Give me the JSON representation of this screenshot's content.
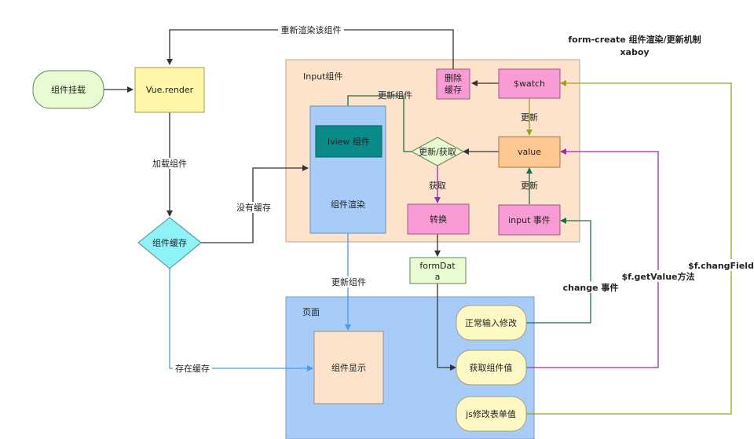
{
  "header": {
    "title": "form-create 组件渲染/更新机制",
    "author": "xaboy"
  },
  "containers": {
    "input_group": "Input组件",
    "page": "页面"
  },
  "nodes": {
    "mount": "组件挂载",
    "vue_render": "Vue.render",
    "cache_diamond": "组件缓存",
    "iview_component": "iview 组件",
    "component_render": "组件渲染",
    "delete_cache_line1": "删除",
    "delete_cache_line2": "缓存",
    "watch": "$watch",
    "update_get": "更新/获取",
    "value": "value",
    "convert": "转换",
    "input_event": "input 事件",
    "formdata_line1": "formDat",
    "formdata_line2": "a",
    "component_display": "组件显示",
    "normal_input": "正常输入修改",
    "get_value": "获取组件值",
    "js_modify": "js修改表单值"
  },
  "edges": {
    "rerender": "重新渲染该组件",
    "load": "加载组件",
    "no_cache": "没有缓存",
    "has_cache": "存在缓存",
    "update_component_top": "更新组件",
    "update_component_bottom": "更新组件",
    "update_watch": "更新",
    "update_input": "更新",
    "get": "获取",
    "change_event": "change 事件",
    "get_value_method": "$f.getValue方法",
    "change_field": "$f.changField"
  },
  "colors": {
    "input_bg": "#fde3cc",
    "page_bg": "#a6ccf7",
    "green_node": "#e8fcd2",
    "yellow_node": "#fff7a8",
    "cyan_diamond": "#8ff2f7",
    "pink_node": "#f99bd4",
    "orange_node": "#fcc88f",
    "teal_node": "#0b8a8a",
    "cream_node": "#fdf8c4",
    "arrow_dark": "#333333",
    "arrow_blue": "#4a9ce8",
    "arrow_green": "#1b6e48",
    "arrow_olive": "#9aa020",
    "arrow_purple": "#9c2fa8"
  }
}
